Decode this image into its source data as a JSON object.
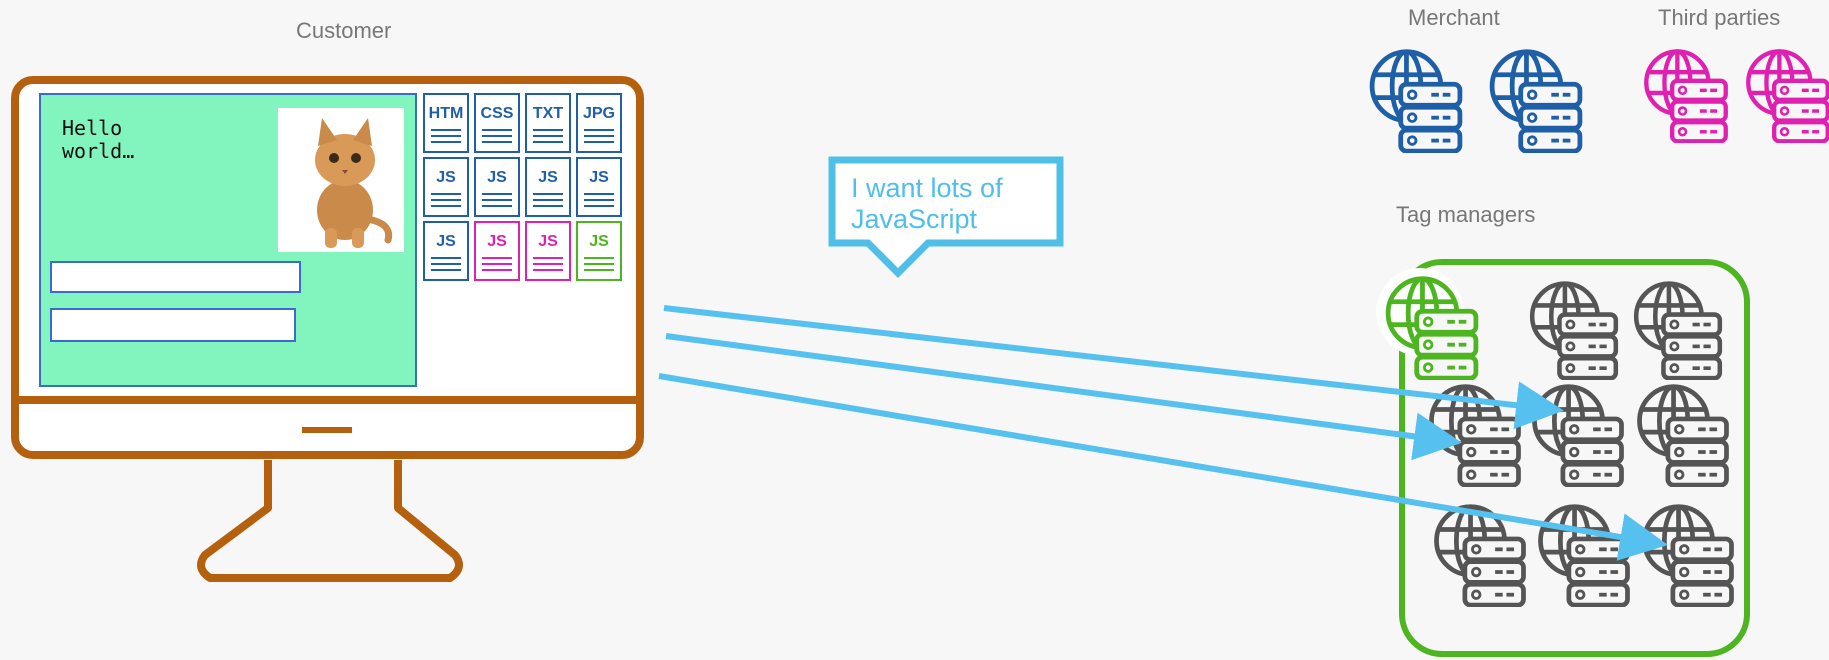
{
  "labels": {
    "customer": "Customer",
    "merchant": "Merchant",
    "third_parties": "Third parties",
    "tag_managers": "Tag managers"
  },
  "screen": {
    "hello_line1": "Hello",
    "hello_line2": "world…"
  },
  "files": [
    {
      "label": "HTM",
      "color": "#1f5fa8"
    },
    {
      "label": "CSS",
      "color": "#1f5fa8"
    },
    {
      "label": "TXT",
      "color": "#1f5fa8"
    },
    {
      "label": "JPG",
      "color": "#1f5fa8"
    },
    {
      "label": "JS",
      "color": "#1f5fa8"
    },
    {
      "label": "JS",
      "color": "#1f5fa8"
    },
    {
      "label": "JS",
      "color": "#1f5fa8"
    },
    {
      "label": "JS",
      "color": "#1f5fa8"
    },
    {
      "label": "JS",
      "color": "#1f5fa8"
    },
    {
      "label": "JS",
      "color": "#e020b0"
    },
    {
      "label": "JS",
      "color": "#e020b0"
    },
    {
      "label": "JS",
      "color": "#4db520"
    }
  ],
  "bubble": {
    "line1": "I want lots of",
    "line2": "JavaScript"
  },
  "colors": {
    "monitor": "#b5600e",
    "screen_bg": "#82f5be",
    "arrow": "#56c1ef",
    "merchant": "#1f5fa8",
    "third_party": "#e020b0",
    "tag_manager_box": "#4db520",
    "server_gray": "#555555"
  },
  "icons": [
    "globe-server-icon",
    "kitten-image"
  ]
}
